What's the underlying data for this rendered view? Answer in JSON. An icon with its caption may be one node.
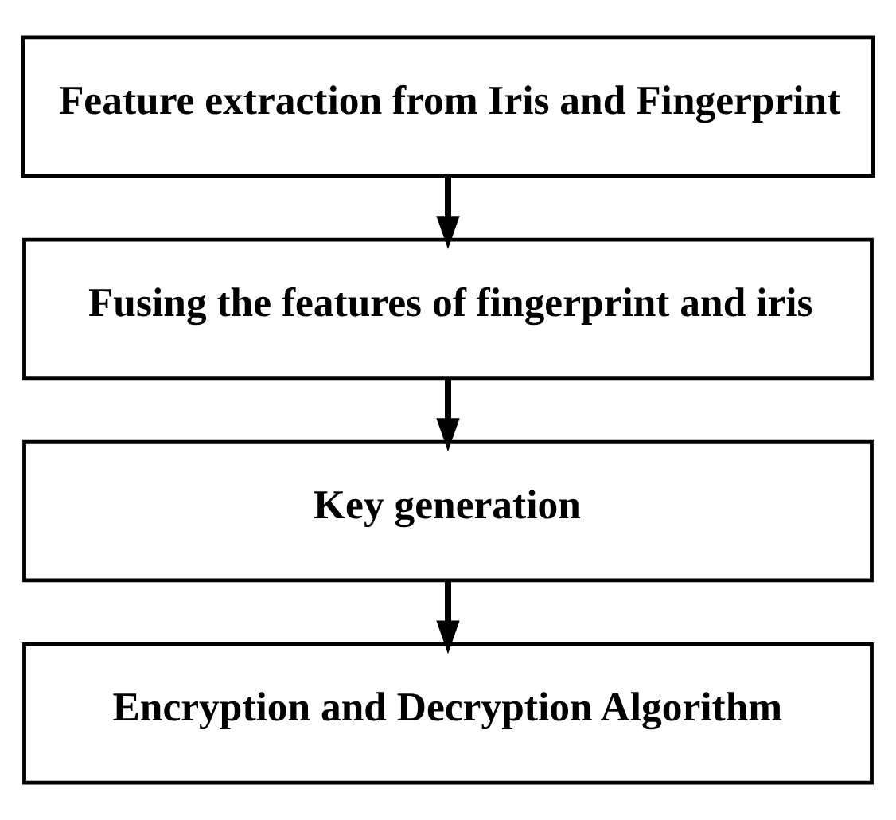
{
  "diagram": {
    "nodes": [
      {
        "text": [
          "Feature extraction from Iris and Fingerprint"
        ]
      },
      {
        "text": [
          "Fusing the features of fingerprint and iris"
        ]
      },
      {
        "text": [
          "Key generation"
        ]
      },
      {
        "text": [
          "Encryption and Decryption Algorithm"
        ]
      }
    ],
    "edges": [
      {
        "from": 0,
        "to": 1,
        "arrow": "to"
      },
      {
        "from": 1,
        "to": 2,
        "arrow": "to"
      },
      {
        "from": 2,
        "to": 3,
        "arrow": "to"
      }
    ]
  }
}
